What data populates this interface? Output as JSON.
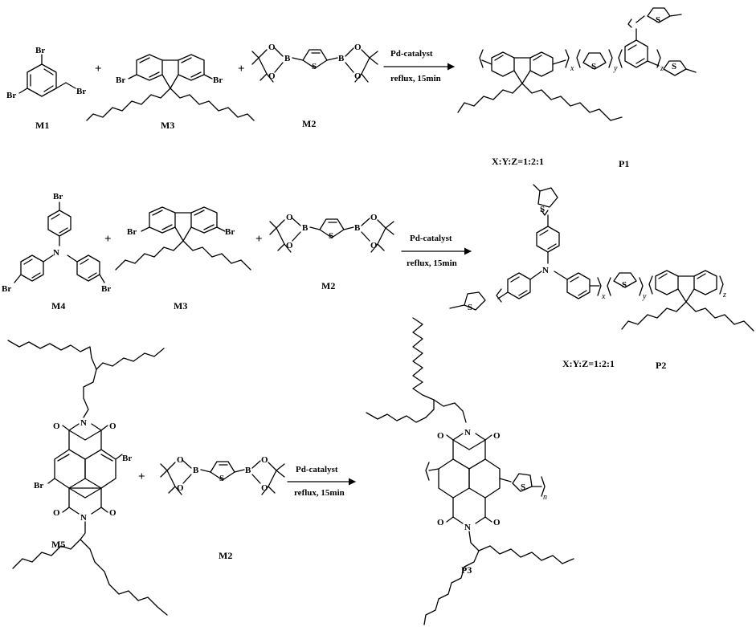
{
  "reactions": [
    {
      "monomers": [
        "M1",
        "M3",
        "M2"
      ],
      "catalyst": "Pd-catalyst",
      "conditions": "reflux, 15min",
      "product": "P1",
      "ratio": "X:Y:Z=1:2:1"
    },
    {
      "monomers": [
        "M4",
        "M3",
        "M2"
      ],
      "catalyst": "Pd-catalyst",
      "conditions": "reflux, 15min",
      "product": "P2",
      "ratio": "X:Y:Z=1:2:1"
    },
    {
      "monomers": [
        "M5",
        "M2"
      ],
      "catalyst": "Pd-catalyst",
      "conditions": "reflux, 15min",
      "product": "P3"
    }
  ],
  "atoms": {
    "br": "Br",
    "b": "B",
    "o": "O",
    "s": "S",
    "n": "N"
  },
  "repeat_units": {
    "x": "x",
    "y": "y",
    "z": "z",
    "n": "n"
  },
  "plus": "+"
}
